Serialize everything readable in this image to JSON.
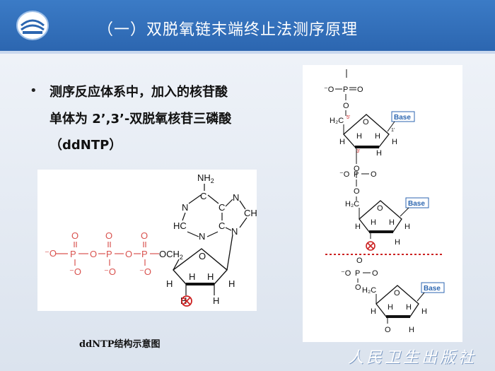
{
  "header": {
    "title": "（一）双脱氧链末端终止法测序原理"
  },
  "bullet": {
    "marker": "•",
    "line1": "测序反应体系中，加入的核苷酸",
    "line2": "单体为 2’,3’-双脱氧核苷三磷酸",
    "line3": "（ddNTP）"
  },
  "left_figure": {
    "caption": "ddNTP结构示意图",
    "nh2": "NH",
    "sub2": "2",
    "och2": "OCH",
    "labels": {
      "N": "N",
      "C": "C",
      "CH": "CH",
      "HC": "HC",
      "H": "H",
      "O": "O",
      "P": "P",
      "minus_o": "⁻O"
    }
  },
  "right_figure": {
    "base_label": "Base",
    "h2c": "H₂C",
    "c5": "5'",
    "c3": "3'",
    "c1": "1'",
    "atom_o": "O",
    "atom_p": "P",
    "atom_h": "H",
    "minus_o": "⁻O"
  },
  "footer": {
    "publisher": "人民卫生出版社"
  },
  "colors": {
    "header": "#2c66b0",
    "stop_mark": "#cc2222",
    "phosphate": "#d9534f",
    "base_box": "#2c66b0",
    "dotted_line": "#cc2222"
  }
}
